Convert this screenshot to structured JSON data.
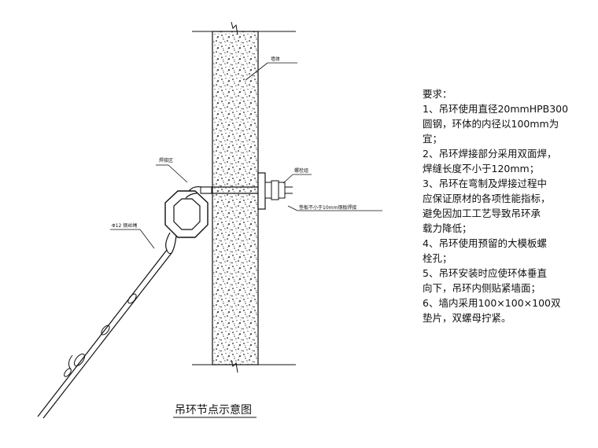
{
  "labels": {
    "wall": "墙体",
    "welded_ring": "焊接区",
    "nut": "螺栓组",
    "plate_note": "垫板不小于10mm钢板焊接",
    "wire_rope": "Φ12 钢丝绳"
  },
  "caption": "吊环节点示意图",
  "notes": {
    "title": "要求：",
    "lines": [
      "1、吊环使用直径20mmHPB300",
      "圆钢，环体的内径以100mm为",
      "宜；",
      "2、吊环焊接部分采用双面焊，",
      "焊缝长度不小于120mm；",
      "3、吊环在弯制及焊接过程中",
      "应保证原材的各项性能指标，",
      "避免因加工工艺导致吊环承",
      "载力降低；",
      "4、吊环使用预留的大模板螺",
      "栓孔；",
      "5、吊环安装时应使环体垂直",
      "向下，吊环内侧贴紧墙面；",
      "6、墙内采用100×100×100双",
      "垫片，双螺母拧紧。"
    ]
  }
}
